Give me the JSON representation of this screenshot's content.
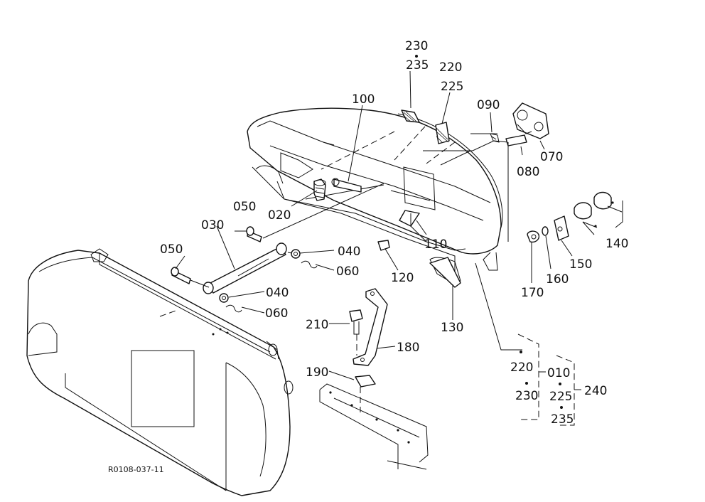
{
  "diagram": {
    "drawing_code": "R0108-037-11",
    "part_callouts": {
      "p230a": "230",
      "p235a": "235",
      "p220a": "220",
      "p225a": "225",
      "p100": "100",
      "p090": "090",
      "p070": "070",
      "p080": "080",
      "p020": "020",
      "p050a": "050",
      "p050b": "050",
      "p030": "030",
      "p040a": "040",
      "p060a": "060",
      "p040b": "040",
      "p060b": "060",
      "p110": "110",
      "p120": "120",
      "p130": "130",
      "p140": "140",
      "p150": "150",
      "p160": "160",
      "p170": "170",
      "p180": "180",
      "p190": "190",
      "p210": "210",
      "p220b": "220",
      "p010": "010",
      "p230b": "230",
      "p225b": "225",
      "p240": "240",
      "p235b": "235"
    }
  }
}
